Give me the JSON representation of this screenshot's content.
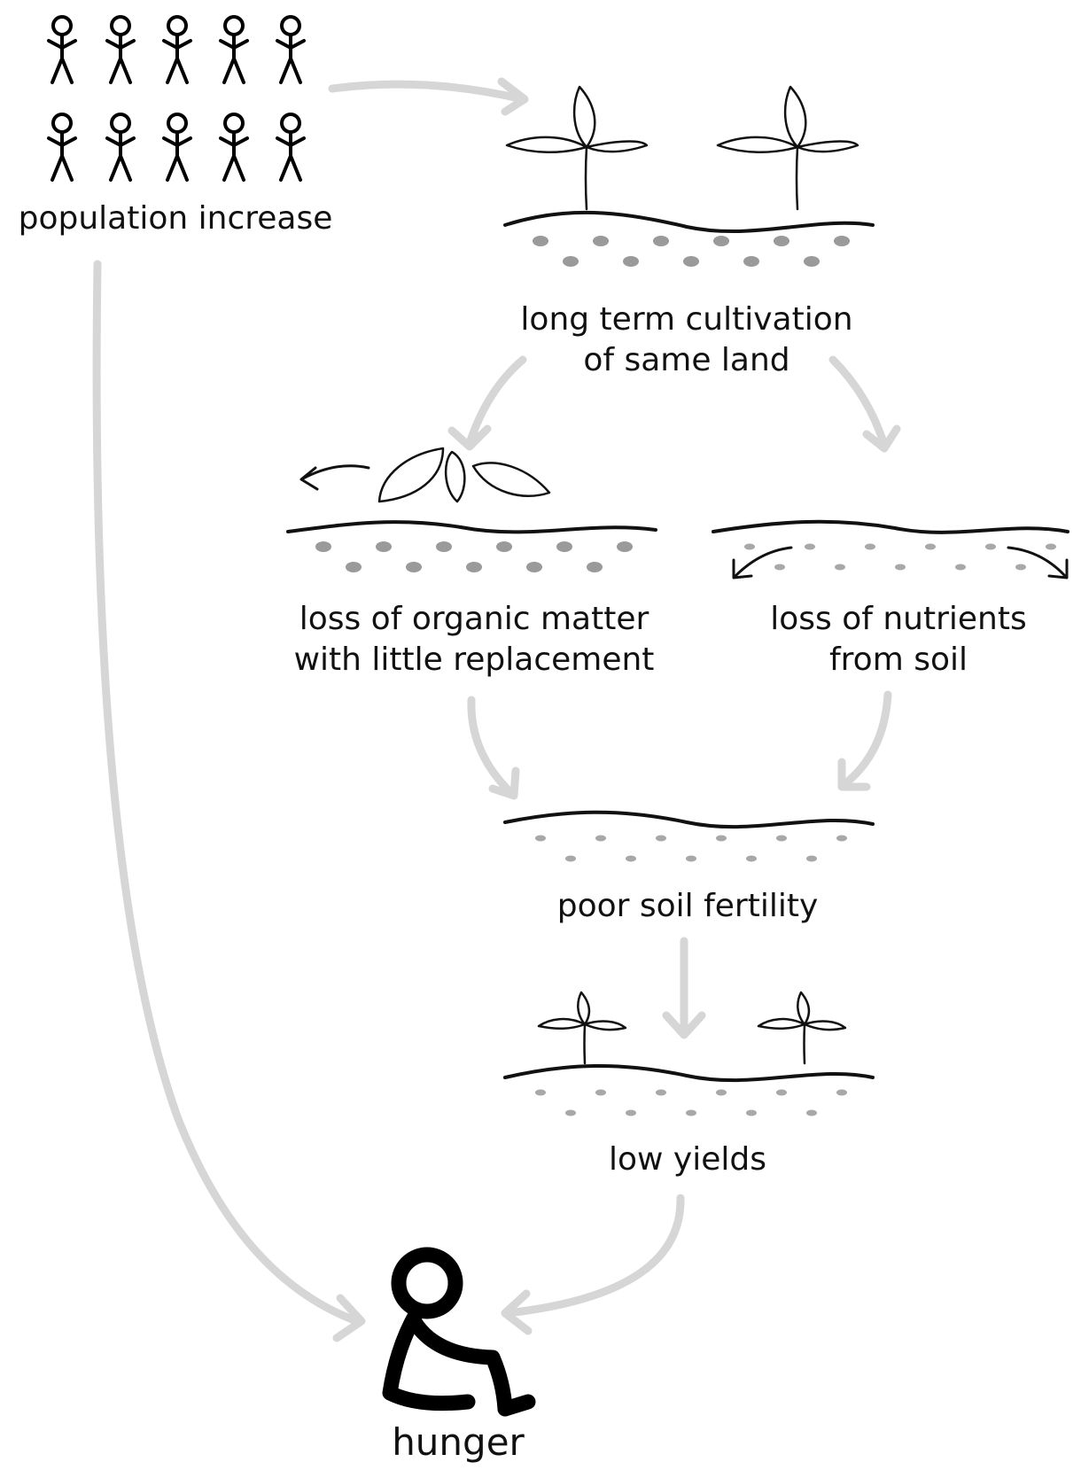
{
  "labels": {
    "population": "population increase",
    "cultivation_line1": "long term cultivation",
    "cultivation_line2": "of same land",
    "organic_line1": "loss of organic matter",
    "organic_line2": "with little replacement",
    "nutrients_line1": "loss of nutrients",
    "nutrients_line2": "from soil",
    "fertility": "poor soil fertility",
    "yields": "low yields",
    "hunger": "hunger"
  },
  "icons": {
    "crowd": "stick-figure-icon",
    "healthy_plants": "seedling-icon",
    "blown_leaves": "falling-leaves-icon",
    "nutrient_flow": "curved-arrow-icon",
    "stunted_plants": "seedling-icon",
    "hunger_person": "sitting-person-icon"
  },
  "colors": {
    "flow_arrow": "#d6d6d6",
    "ink": "#111111",
    "soil_dots": "#9a9a9a"
  }
}
